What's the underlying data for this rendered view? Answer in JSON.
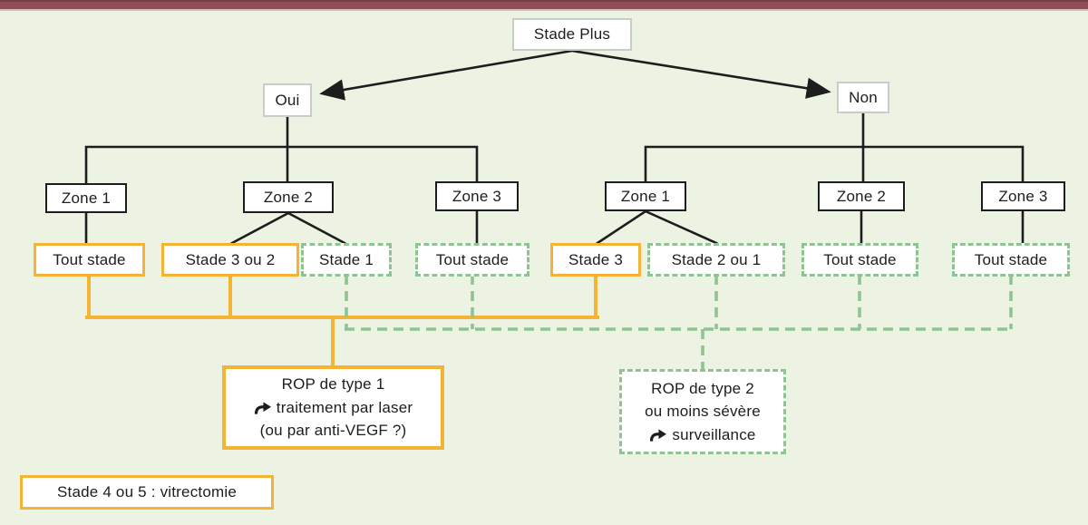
{
  "colors": {
    "top_bar": "#8e4d58",
    "background": "#edf3e3",
    "orange_accent": "#f5b335",
    "green_accent": "#8fc492",
    "plain_box_border": "#c9cdc9",
    "line_black": "#1d1d1d"
  },
  "diagram": {
    "root_label": "Stade Plus",
    "yes_label": "Oui",
    "no_label": "Non",
    "left_branch": {
      "zones": [
        "Zone 1",
        "Zone 2",
        "Zone 3"
      ],
      "stages": [
        {
          "label": "Tout stade",
          "style": "orange"
        },
        {
          "label": "Stade 3 ou 2",
          "style": "orange"
        },
        {
          "label": "Stade 1",
          "style": "green"
        },
        {
          "label": "Tout stade",
          "style": "green"
        }
      ]
    },
    "right_branch": {
      "zones": [
        "Zone 1",
        "Zone 2",
        "Zone 3"
      ],
      "stages": [
        {
          "label": "Stade 3",
          "style": "orange"
        },
        {
          "label": "Stade 2 ou 1",
          "style": "green"
        },
        {
          "label": "Tout stade",
          "style": "green"
        },
        {
          "label": "Tout stade",
          "style": "green"
        }
      ]
    },
    "outcome_type1": {
      "title": "ROP de type 1",
      "action": "traitement par laser",
      "note": "(ou par anti-VEGF ?)"
    },
    "outcome_type2": {
      "title": "ROP de type 2",
      "subtitle": "ou moins sévère",
      "action": "surveillance"
    },
    "footnote": "Stade 4 ou 5 : vitrectomie",
    "icons": {
      "outcome_arrow": "curved-right-arrow-icon"
    }
  }
}
